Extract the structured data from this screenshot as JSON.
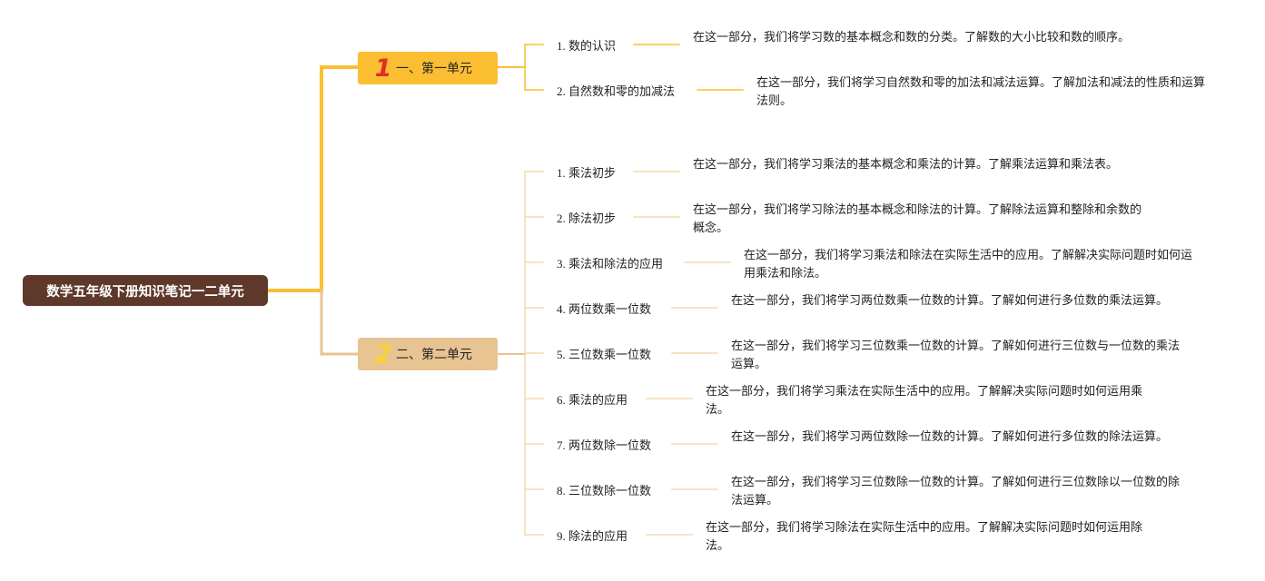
{
  "colors": {
    "root_bg": "#5e392b",
    "unit1_bg": "#fbbe33",
    "unit1_number": "#e02f24",
    "unit2_bg": "#e9c493",
    "unit2_number": "#fbd133",
    "branch_unit1": "#fbbe33",
    "branch_unit2": "#e9c493",
    "leaf_line": "#f3dcae"
  },
  "root": {
    "title": "数学五年级下册知识笔记一二单元"
  },
  "units": [
    {
      "number": "1",
      "label": "一、第一单元",
      "topics": [
        {
          "title": "1. 数的认识",
          "desc": "在这一部分，我们将学习数的基本概念和数的分类。了解数的大小比较和数的顺序。"
        },
        {
          "title": "2. 自然数和零的加减法",
          "desc": "在这一部分，我们将学习自然数和零的加法和减法运算。了解加法和减法的性质和运算法则。"
        }
      ]
    },
    {
      "number": "2",
      "label": "二、第二单元",
      "topics": [
        {
          "title": "1. 乘法初步",
          "desc": "在这一部分，我们将学习乘法的基本概念和乘法的计算。了解乘法运算和乘法表。"
        },
        {
          "title": "2. 除法初步",
          "desc": "在这一部分，我们将学习除法的基本概念和除法的计算。了解除法运算和整除和余数的概念。"
        },
        {
          "title": "3. 乘法和除法的应用",
          "desc": "在这一部分，我们将学习乘法和除法在实际生活中的应用。了解解决实际问题时如何运用乘法和除法。"
        },
        {
          "title": "4. 两位数乘一位数",
          "desc": "在这一部分，我们将学习两位数乘一位数的计算。了解如何进行多位数的乘法运算。"
        },
        {
          "title": "5. 三位数乘一位数",
          "desc": "在这一部分，我们将学习三位数乘一位数的计算。了解如何进行三位数与一位数的乘法运算。"
        },
        {
          "title": "6. 乘法的应用",
          "desc": "在这一部分，我们将学习乘法在实际生活中的应用。了解解决实际问题时如何运用乘法。"
        },
        {
          "title": "7. 两位数除一位数",
          "desc": "在这一部分，我们将学习两位数除一位数的计算。了解如何进行多位数的除法运算。"
        },
        {
          "title": "8. 三位数除一位数",
          "desc": "在这一部分，我们将学习三位数除一位数的计算。了解如何进行三位数除以一位数的除法运算。"
        },
        {
          "title": "9. 除法的应用",
          "desc": "在这一部分，我们将学习除法在实际生活中的应用。了解解决实际问题时如何运用除法。"
        }
      ]
    }
  ]
}
